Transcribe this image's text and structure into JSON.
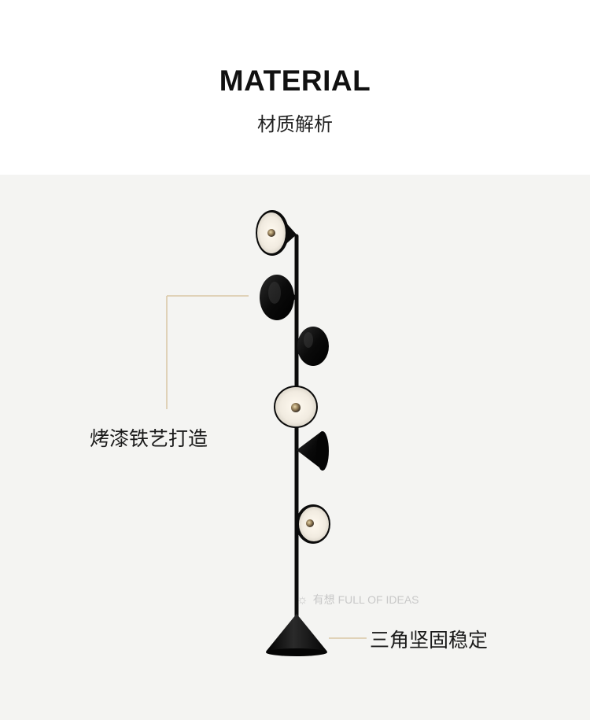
{
  "header": {
    "title": "MATERIAL",
    "subtitle": "材质解析"
  },
  "callouts": [
    {
      "label": "烤漆铁艺打造"
    },
    {
      "label": "三角坚固稳定"
    }
  ],
  "watermark": {
    "cn": "有想",
    "en": "FULL OF IDEAS"
  },
  "colors": {
    "stage_background": "#f4f4f2",
    "lamp_black": "#0b0b0b",
    "shade_inner_white": "#f5f3ee",
    "callout_line_gold": "#d9c6a4"
  },
  "image": {
    "subject": "floor-lamp-with-six-cone-shades"
  }
}
